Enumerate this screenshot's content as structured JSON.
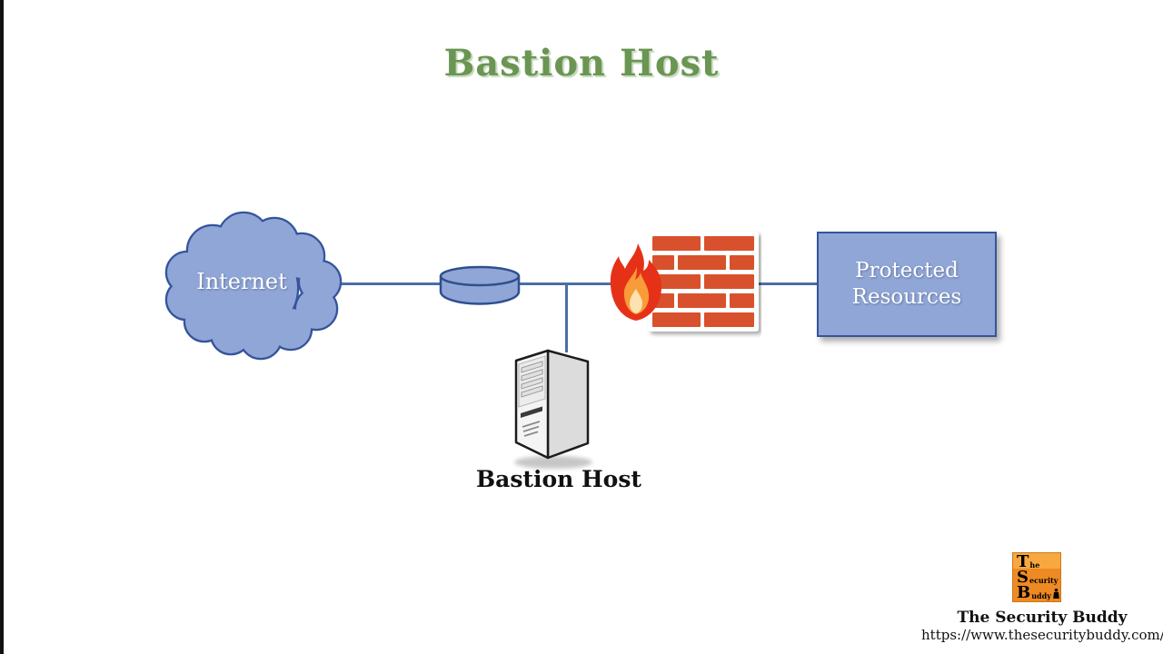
{
  "title": {
    "text": "Bastion Host"
  },
  "diagram": {
    "internet_label": "Internet",
    "protected_line1": "Protected",
    "protected_line2": "Resources",
    "bastion_label": "Bastion Host",
    "colors": {
      "node_fill": "#90a6d6",
      "node_border": "#34549c",
      "connector": "#4a6fa8",
      "brick": "#d8512c",
      "flame_outer": "#e63119",
      "flame_mid": "#f89b38",
      "flame_inner": "#fbe2b0",
      "title_green": "#6a9552",
      "logo_orange_top": "#f7a93f",
      "logo_orange_bottom": "#ee8a23"
    }
  },
  "branding": {
    "logo_rows": [
      {
        "big": "T",
        "small": "he"
      },
      {
        "big": "S",
        "small": "ecurity"
      },
      {
        "big": "B",
        "small": "uddy"
      }
    ],
    "name": "The Security Buddy",
    "url": "https://www.thesecuritybuddy.com/"
  }
}
